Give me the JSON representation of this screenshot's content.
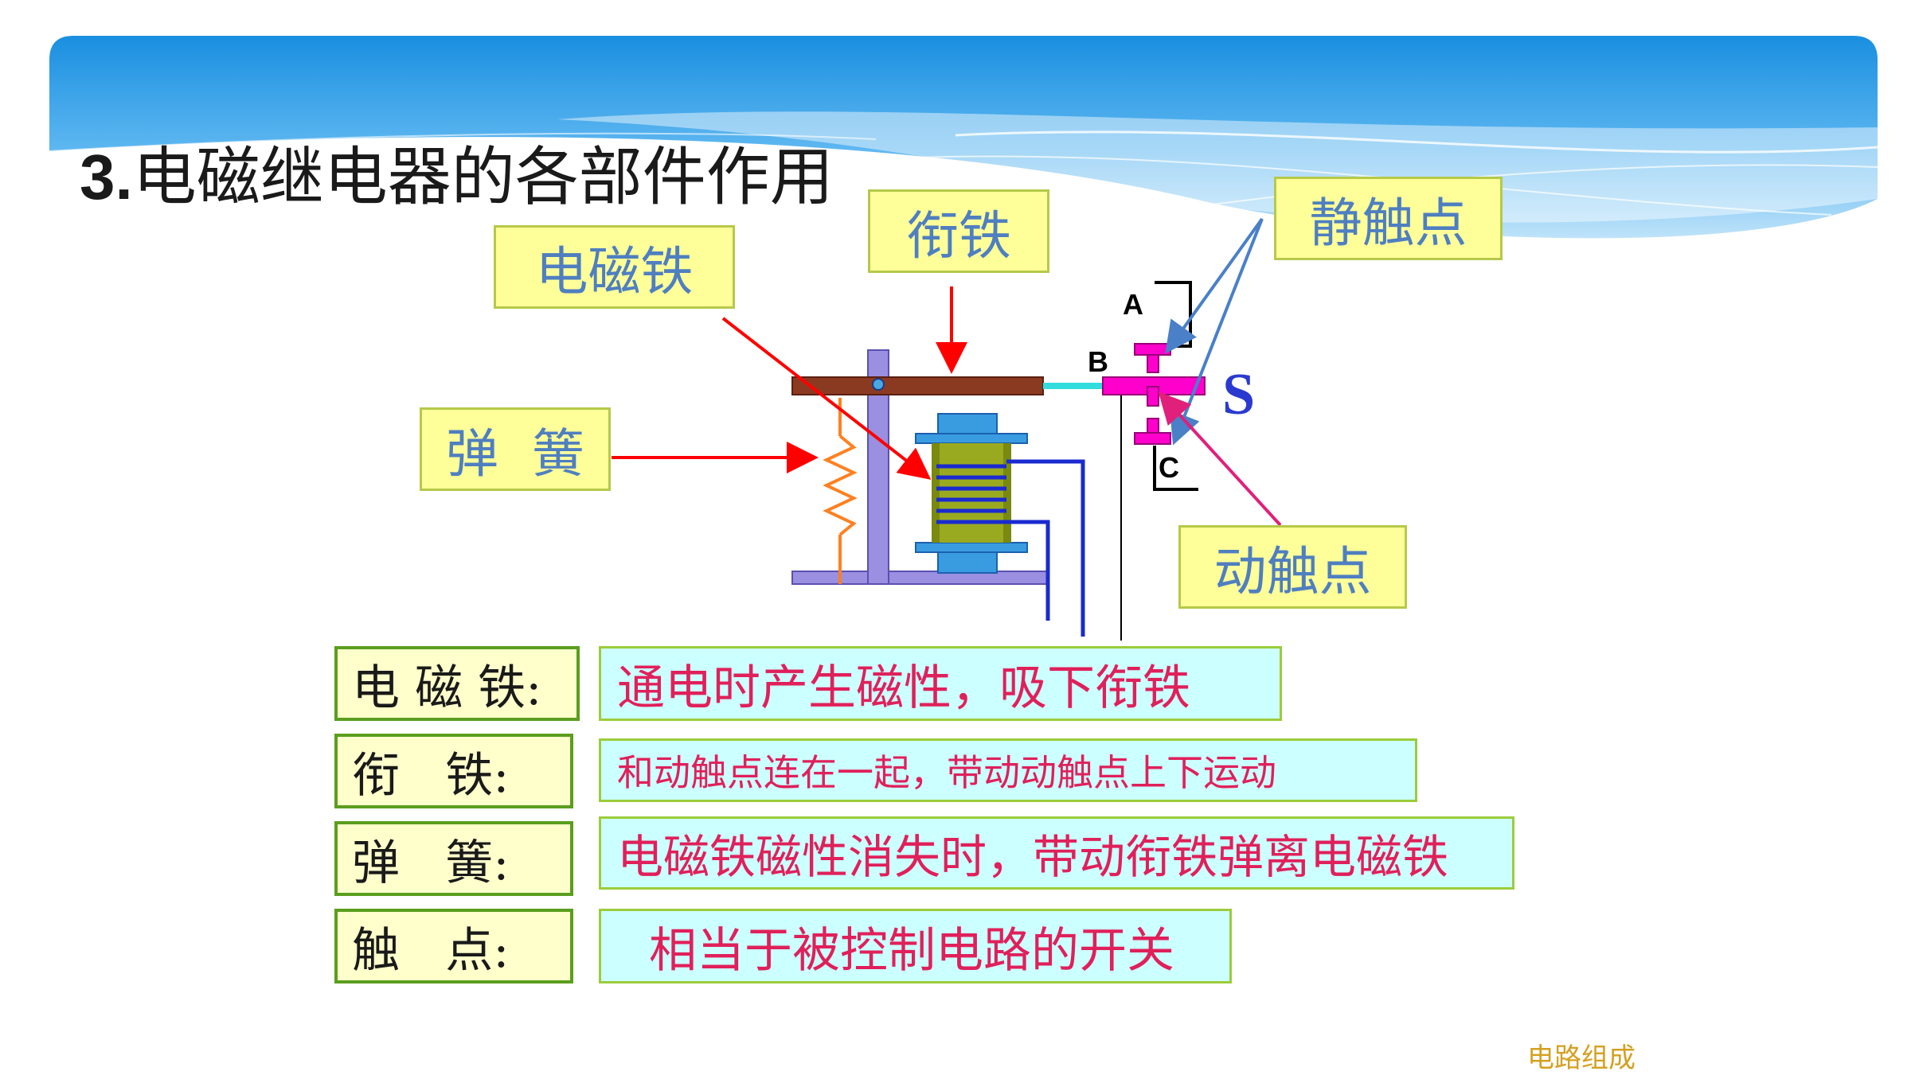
{
  "title": {
    "number": "3.",
    "text": "电磁继电器的各部件作用"
  },
  "callouts": {
    "electromagnet": "电磁铁",
    "armature": "衔铁",
    "static_contact": "静触点",
    "spring": "弹  簧",
    "moving_contact": "动触点"
  },
  "diagram_labels": {
    "a": "A",
    "b": "B",
    "c": "C",
    "s": "S"
  },
  "components": [
    {
      "term": "电 磁 铁:",
      "description": "通电时产生磁性，吸下衔铁"
    },
    {
      "term": "衔   铁:",
      "description": "和动触点连在一起，带动动触点上下运动"
    },
    {
      "term": "弹   簧:",
      "description": "电磁铁磁性消失时，带动衔铁弹离电磁铁"
    },
    {
      "term": "触   点:",
      "description": "相当于被控制电路的开关"
    }
  ],
  "footer": "电路组成",
  "colors": {
    "banner": "#1a90e0",
    "callout_fill": "#ffff99",
    "callout_text": "#4f7fc0",
    "description_fill": "#ccffff",
    "description_text": "#e0205a",
    "contact_magenta": "#ff00cc",
    "arrow_red": "#ff0000"
  }
}
